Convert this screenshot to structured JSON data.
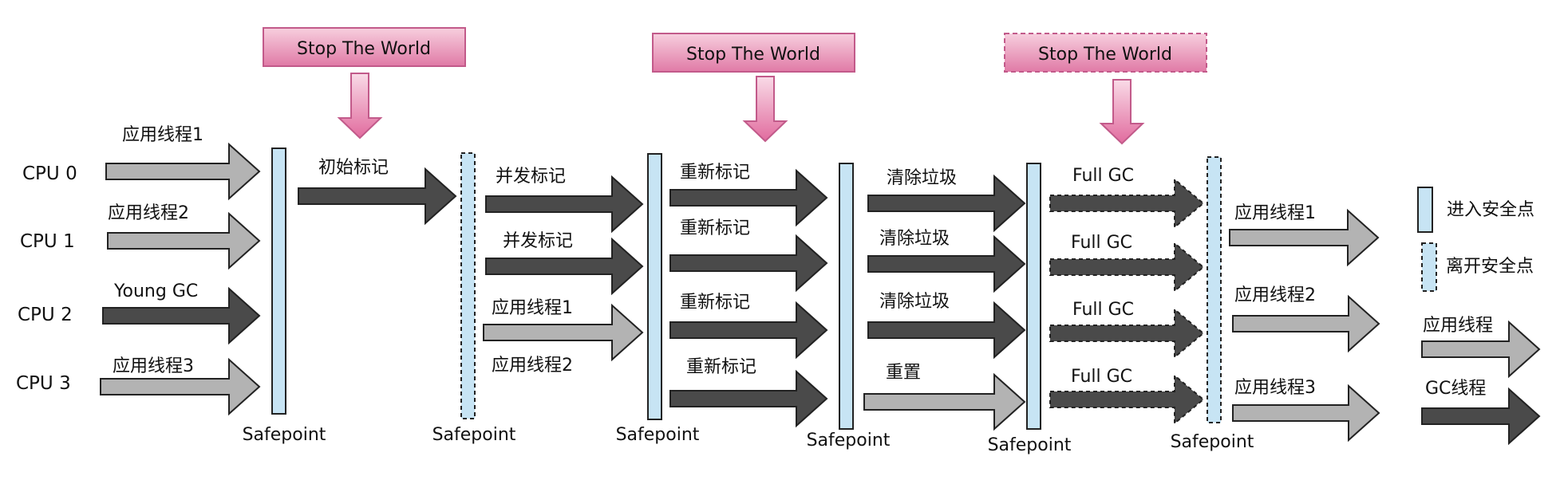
{
  "colors": {
    "app_arrow": "#b3b3b3",
    "gc_arrow": "#4a4a4a",
    "enter_bar": "#c7e4f4",
    "leave_bar": "#c7e4f4",
    "stw_top": "#f6c7d9",
    "stw_bottom": "#e07aa6",
    "stw_border": "#c25a8a"
  },
  "cpus": [
    "CPU 0",
    "CPU 1",
    "CPU 2",
    "CPU 3"
  ],
  "safepoint_label": "Safepoint",
  "stop_the_world": [
    "Stop The World",
    "Stop The World",
    "Stop The World"
  ],
  "phase0": [
    "应用线程1",
    "应用线程2",
    "Young GC",
    "应用线程3"
  ],
  "phase1": [
    "初始标记"
  ],
  "phase2": [
    "并发标记",
    "并发标记",
    "应用线程1",
    "应用线程2"
  ],
  "phase3": [
    "重新标记",
    "重新标记",
    "重新标记",
    "重新标记"
  ],
  "phase4": [
    "清除垃圾",
    "清除垃圾",
    "清除垃圾",
    "重置"
  ],
  "phase5": [
    "Full GC",
    "Full GC",
    "Full GC",
    "Full GC"
  ],
  "phase6": [
    "应用线程1",
    "应用线程2",
    "应用线程3"
  ],
  "legend": {
    "enter": "进入安全点",
    "leave": "离开安全点",
    "app": "应用线程",
    "gc": "GC线程"
  }
}
